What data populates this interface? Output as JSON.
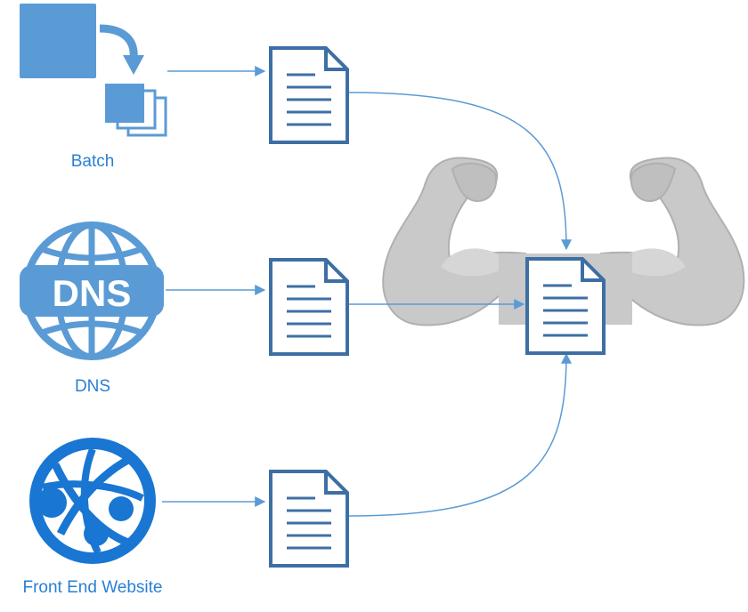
{
  "sources": [
    {
      "id": "batch",
      "label": "Batch",
      "icon": "batch-icon"
    },
    {
      "id": "dns",
      "label": "DNS",
      "icon": "dns-globe-icon",
      "icon_text": "DNS"
    },
    {
      "id": "web",
      "label": "Front End Website",
      "icon": "website-globe-icon"
    }
  ],
  "icons": {
    "log_file": "document-icon",
    "aggregate": "flexing-arms-icon"
  },
  "colors": {
    "label": "#2a7fd4",
    "doc_border": "#3d6fa5",
    "connector": "#5b9bd5",
    "batch_tile": "#5b9bd5",
    "dns_globe": "#5b9bd5",
    "web_globe": "#1976d2",
    "muscle": "#c4c4c4"
  }
}
